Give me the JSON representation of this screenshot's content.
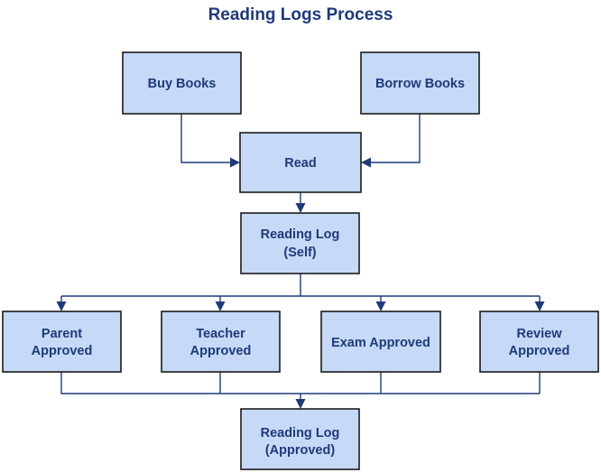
{
  "title": "Reading Logs Process",
  "colors": {
    "box_fill": "#c6d9f7",
    "box_border": "#1b1b1b",
    "text": "#1f3a78",
    "connector": "#1f3a78"
  },
  "nodes": {
    "buy_books": {
      "lines": [
        "Buy Books"
      ]
    },
    "borrow_books": {
      "lines": [
        "Borrow Books"
      ]
    },
    "read": {
      "lines": [
        "Read"
      ]
    },
    "reading_log_self": {
      "lines": [
        "Reading Log",
        "(Self)"
      ]
    },
    "parent_approved": {
      "lines": [
        "Parent",
        "Approved"
      ]
    },
    "teacher_approved": {
      "lines": [
        "Teacher",
        "Approved"
      ]
    },
    "exam_approved": {
      "lines": [
        "Exam Approved"
      ]
    },
    "review_approved": {
      "lines": [
        "Review",
        "Approved"
      ]
    },
    "reading_log_approved": {
      "lines": [
        "Reading Log",
        "(Approved)"
      ]
    }
  },
  "edges": [
    [
      "buy_books",
      "read"
    ],
    [
      "borrow_books",
      "read"
    ],
    [
      "read",
      "reading_log_self"
    ],
    [
      "reading_log_self",
      "parent_approved"
    ],
    [
      "reading_log_self",
      "teacher_approved"
    ],
    [
      "reading_log_self",
      "exam_approved"
    ],
    [
      "reading_log_self",
      "review_approved"
    ],
    [
      "parent_approved",
      "reading_log_approved"
    ],
    [
      "teacher_approved",
      "reading_log_approved"
    ],
    [
      "exam_approved",
      "reading_log_approved"
    ],
    [
      "review_approved",
      "reading_log_approved"
    ]
  ]
}
